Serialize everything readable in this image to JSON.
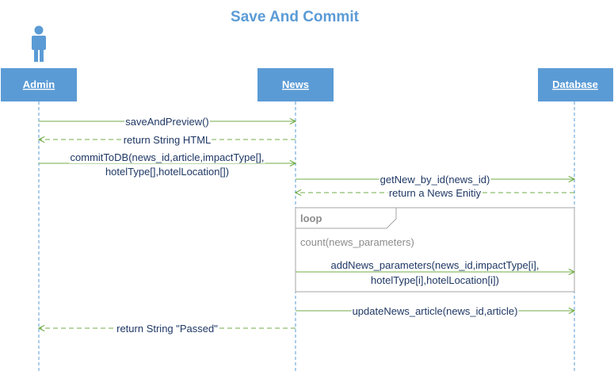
{
  "title": "Save And Commit",
  "lanes": [
    {
      "id": "admin",
      "label": "Admin"
    },
    {
      "id": "news",
      "label": "News"
    },
    {
      "id": "database",
      "label": "Database"
    }
  ],
  "actor_icon": "person-icon",
  "colors": {
    "title": "#5b9bd5",
    "lane_header": "#5b9bd5",
    "lifeline": "#5b9bd5",
    "message": "#70ad47",
    "loop_border": "#a6a6a6",
    "text": "#1f3864"
  },
  "messages": [
    {
      "from": "admin",
      "to": "news",
      "kind": "call",
      "lines": [
        "saveAndPreview()"
      ]
    },
    {
      "from": "news",
      "to": "admin",
      "kind": "return",
      "lines": [
        "return String HTML"
      ]
    },
    {
      "from": "admin",
      "to": "news",
      "kind": "call",
      "lines": [
        "commitToDB(news_id,article,impactType[],",
        "hotelType[],hotelLocation[])"
      ]
    },
    {
      "from": "news",
      "to": "database",
      "kind": "call",
      "lines": [
        "getNew_by_id(news_id)"
      ]
    },
    {
      "from": "database",
      "to": "news",
      "kind": "return",
      "lines": [
        "return a News Enitiy"
      ]
    },
    {
      "from": "news",
      "to": "database",
      "kind": "call",
      "lines": [
        "addNews_parameters(news_id,impactType[i],",
        "hotelType[i],hotelLocation[i])"
      ]
    },
    {
      "from": "news",
      "to": "database",
      "kind": "call",
      "lines": [
        "updateNews_article(news_id,article)"
      ]
    },
    {
      "from": "news",
      "to": "admin",
      "kind": "return",
      "lines": [
        "return String \"Passed\""
      ]
    }
  ],
  "loop": {
    "label": "loop",
    "condition": "count(news_parameters)"
  }
}
